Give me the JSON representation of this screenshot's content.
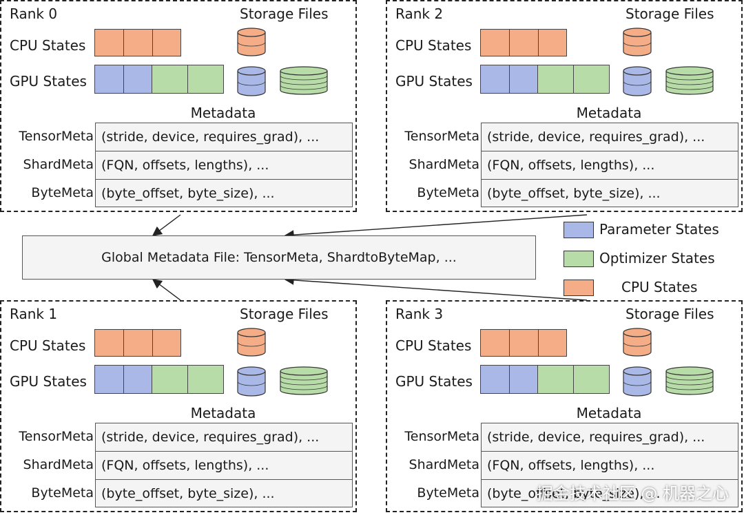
{
  "colors": {
    "cpu": "#f4ad86",
    "param": "#a9b8e6",
    "optim": "#b8dca8",
    "meta_bg": "#f4f4f4"
  },
  "ranks": [
    {
      "title": "Rank 0",
      "storage": "Storage Files",
      "cpu_label": "CPU States",
      "gpu_label": "GPU States",
      "metadata_title": "Metadata",
      "meta": [
        {
          "key": "TensorMeta",
          "value": "(stride, device, requires_grad), ..."
        },
        {
          "key": "ShardMeta",
          "value": "(FQN, offsets, lengths), ..."
        },
        {
          "key": "ByteMeta",
          "value": "(byte_offset, byte_size), ..."
        }
      ]
    },
    {
      "title": "Rank 2",
      "storage": "Storage Files",
      "cpu_label": "CPU States",
      "gpu_label": "GPU States",
      "metadata_title": "Metadata",
      "meta": [
        {
          "key": "TensorMeta",
          "value": "(stride, device, requires_grad), ..."
        },
        {
          "key": "ShardMeta",
          "value": "(FQN, offsets, lengths), ..."
        },
        {
          "key": "ByteMeta",
          "value": "(byte_offset, byte_size), ..."
        }
      ]
    },
    {
      "title": "Rank 1",
      "storage": "Storage Files",
      "cpu_label": "CPU States",
      "gpu_label": "GPU States",
      "metadata_title": "Metadata",
      "meta": [
        {
          "key": "TensorMeta",
          "value": "(stride, device, requires_grad), ..."
        },
        {
          "key": "ShardMeta",
          "value": "(FQN, offsets, lengths), ..."
        },
        {
          "key": "ByteMeta",
          "value": "(byte_offset, byte_size), ..."
        }
      ]
    },
    {
      "title": "Rank 3",
      "storage": "Storage Files",
      "cpu_label": "CPU States",
      "gpu_label": "GPU States",
      "metadata_title": "Metadata",
      "meta": [
        {
          "key": "TensorMeta",
          "value": "(stride, device, requires_grad), ..."
        },
        {
          "key": "ShardMeta",
          "value": "(FQN, offsets, lengths), ..."
        },
        {
          "key": "ByteMeta",
          "value": "(byte_offset, byte_size), ..."
        }
      ]
    }
  ],
  "global_metadata": "Global Metadata File:  TensorMeta, ShardtoByteMap, ...",
  "legend": [
    {
      "label": "Parameter States",
      "color": "#a9b8e6"
    },
    {
      "label": "Optimizer States",
      "color": "#b8dca8"
    },
    {
      "label": "CPU States",
      "color": "#f4ad86"
    }
  ],
  "watermark": "掘金技术社区 @ 机器之心"
}
